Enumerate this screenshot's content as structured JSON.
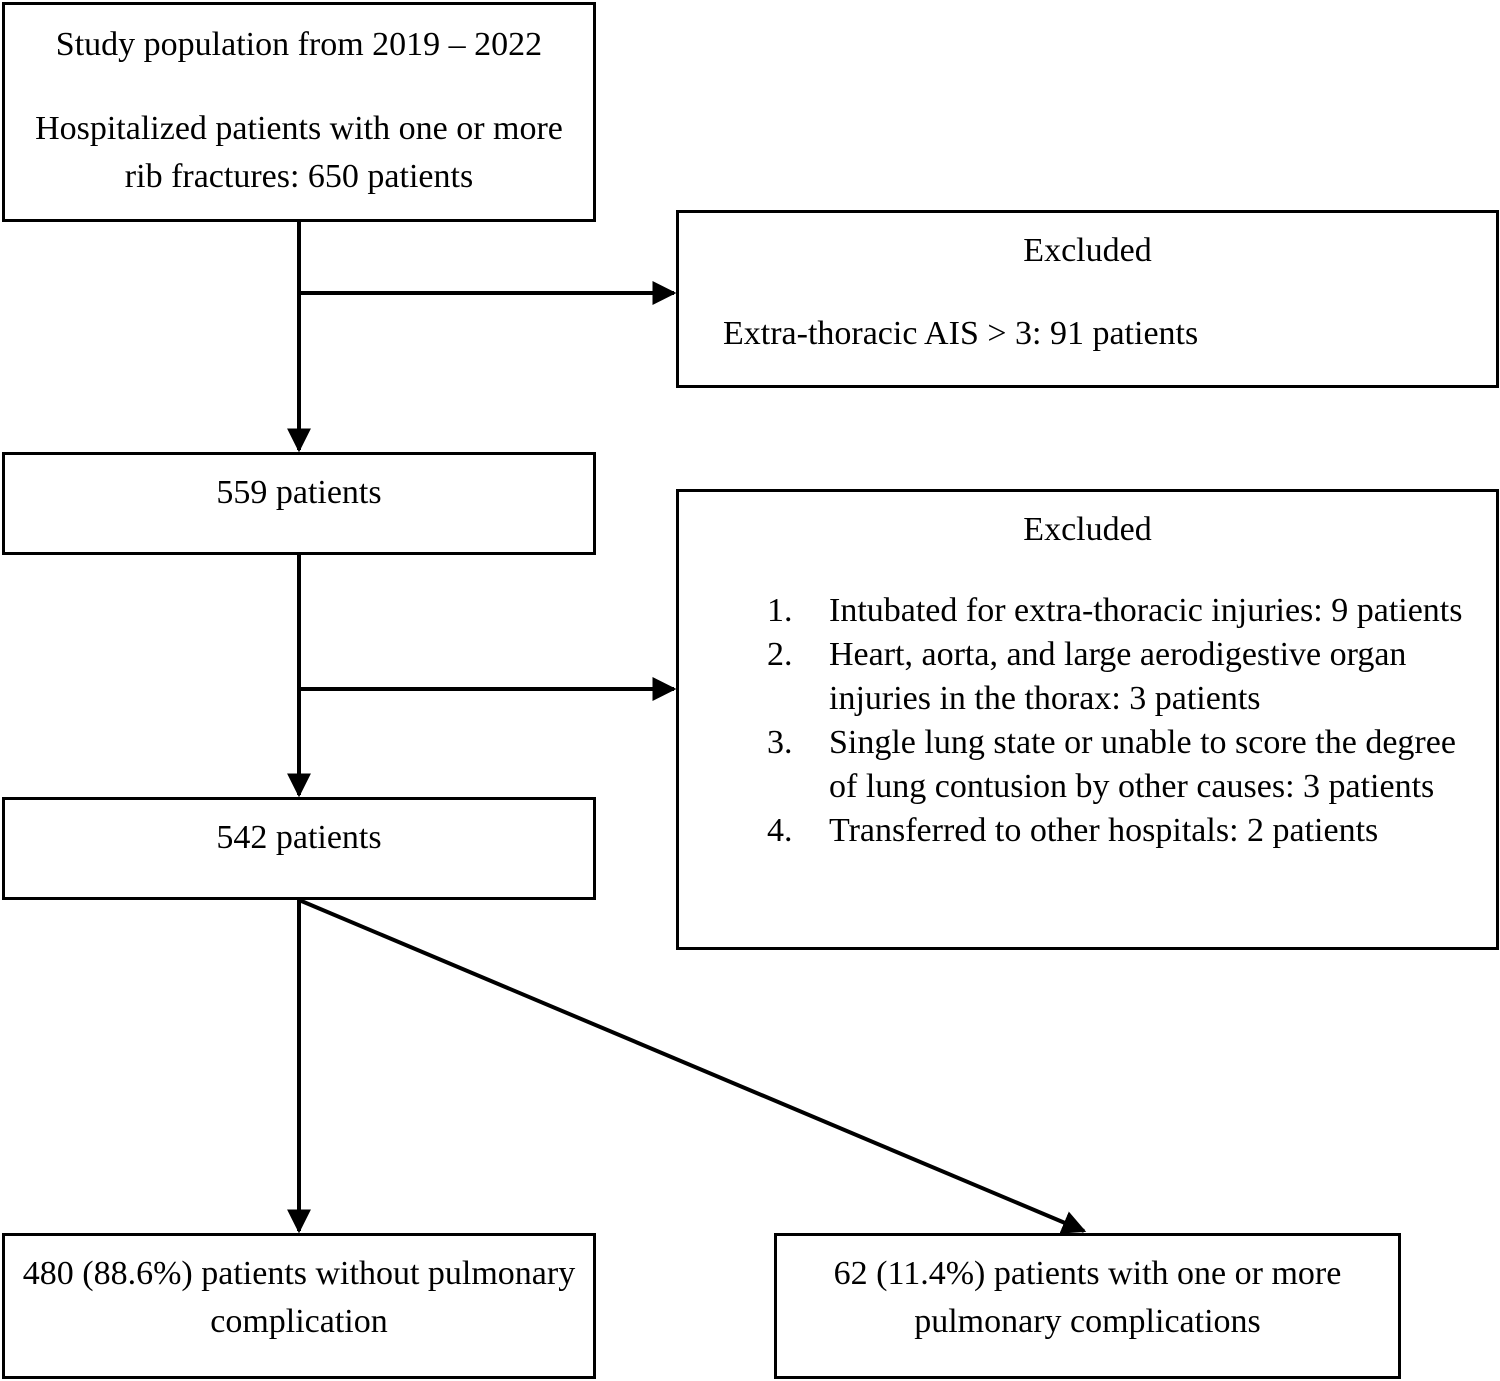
{
  "start": {
    "title": "Study population from 2019 – 2022",
    "desc": "Hospitalized patients with one or more rib fractures: 650 patients"
  },
  "exclusion1": {
    "heading": "Excluded",
    "line": "Extra-thoracic AIS > 3: 91 patients"
  },
  "step559": {
    "label": "559 patients"
  },
  "exclusion2": {
    "heading": "Excluded",
    "items": [
      {
        "num": "1.",
        "text": "Intubated for extra-thoracic injuries: 9 patients"
      },
      {
        "num": "2.",
        "text": "Heart, aorta, and large aerodigestive organ injuries in the thorax: 3 patients"
      },
      {
        "num": "3.",
        "text": "Single lung state or unable to score the degree of lung contusion by other causes: 3 patients"
      },
      {
        "num": "4.",
        "text": "Transferred to other hospitals: 2 patients"
      }
    ]
  },
  "step542": {
    "label": "542 patients"
  },
  "outcome_without": {
    "label": "480 (88.6%) patients without pulmonary complication"
  },
  "outcome_with": {
    "label": "62 (11.4%) patients with one or more pulmonary complications"
  }
}
